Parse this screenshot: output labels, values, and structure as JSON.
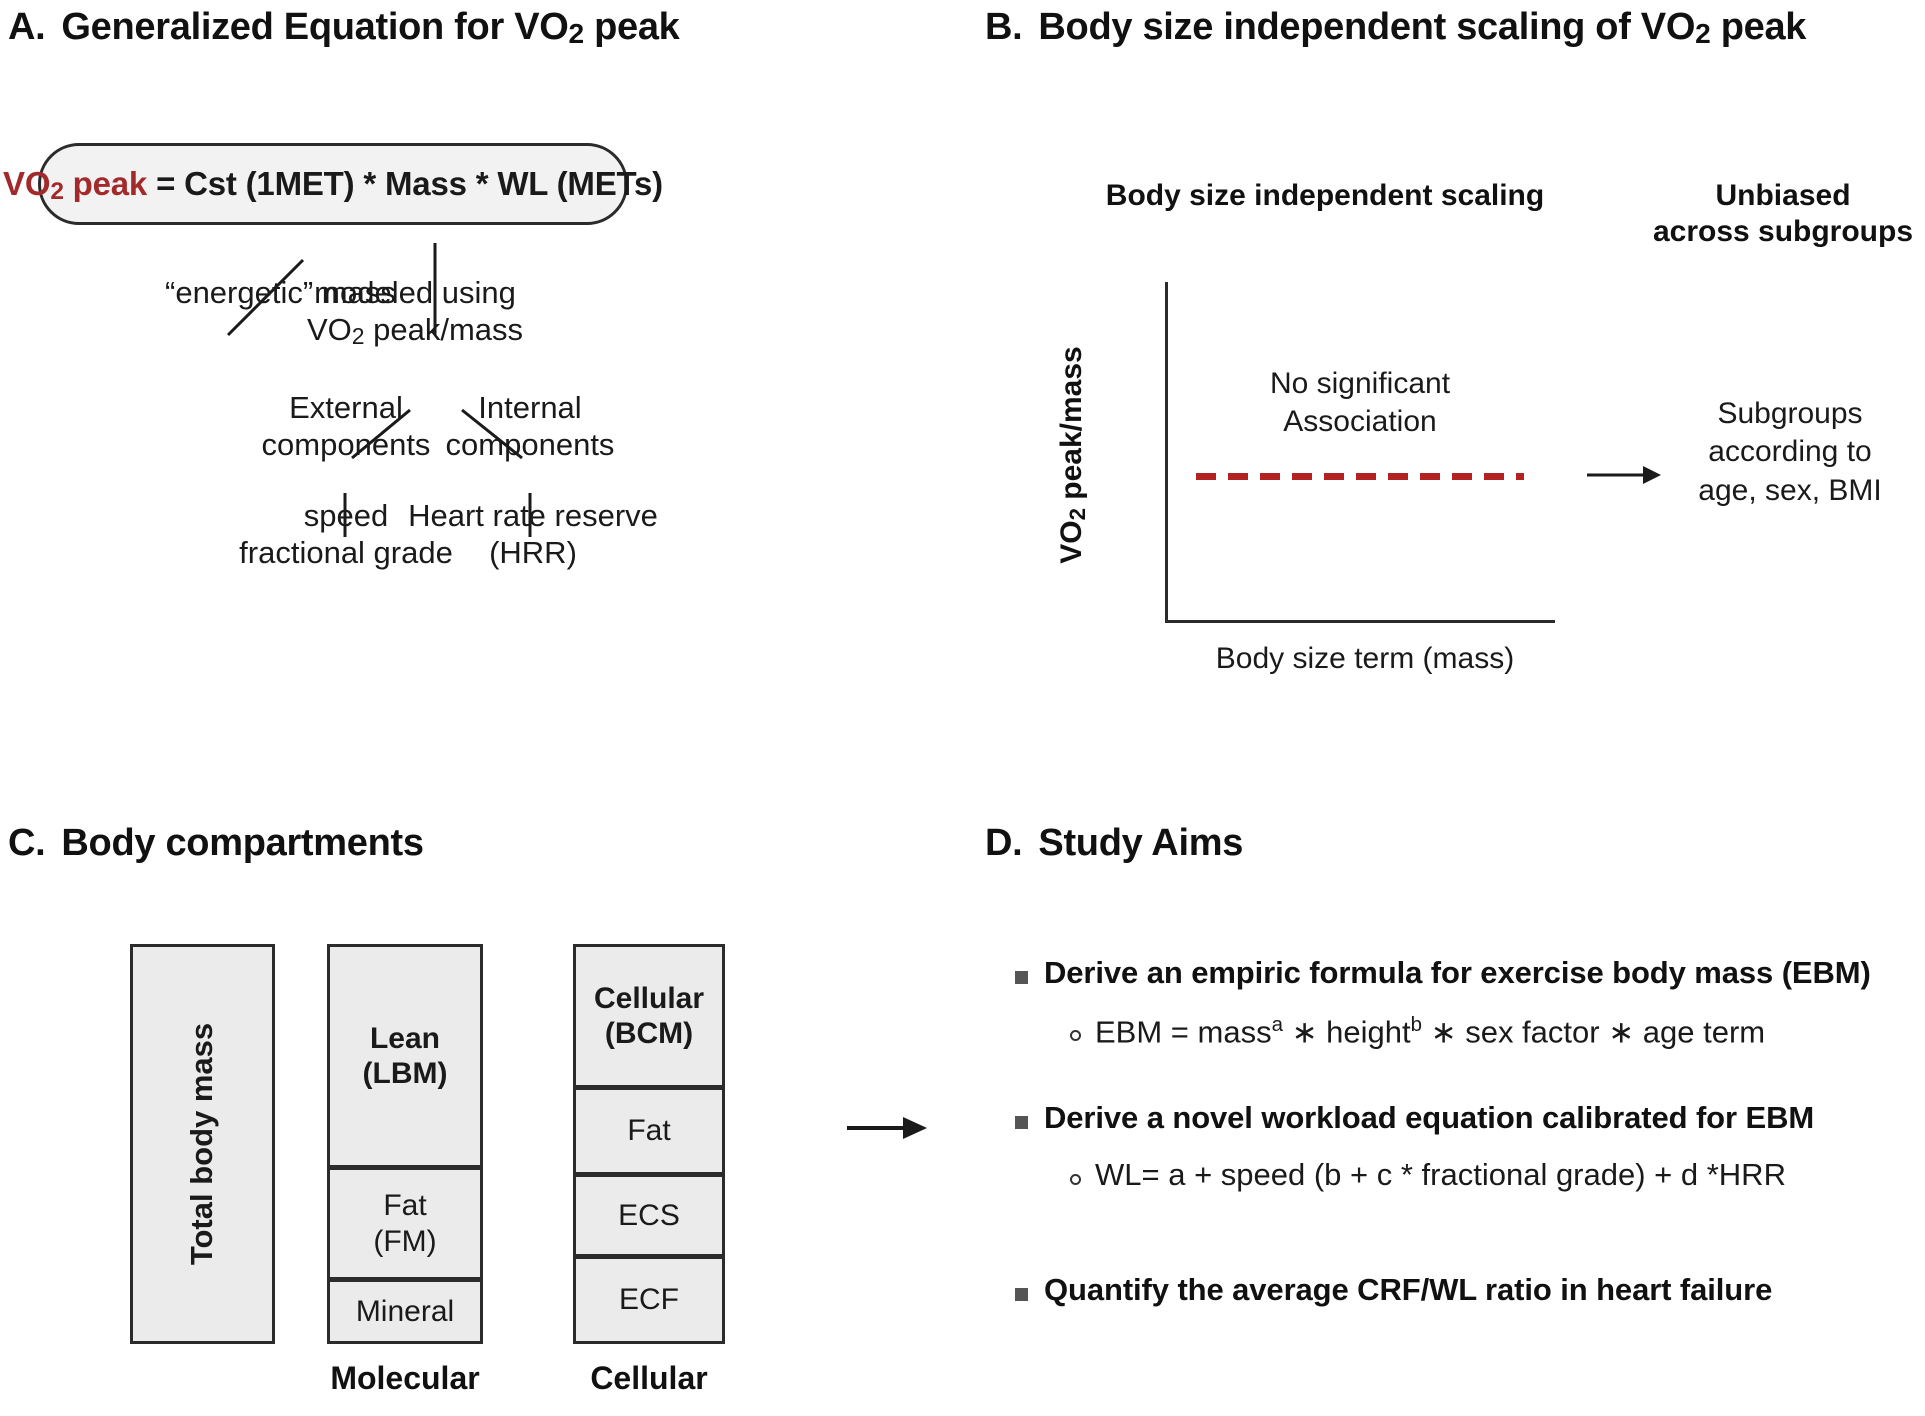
{
  "figure": {
    "panels": [
      {
        "id": "A",
        "letter": "A.",
        "title_pre": "Generalized Equation for VO",
        "title_sub": "2",
        "title_post": " peak"
      },
      {
        "id": "B",
        "letter": "B.",
        "title_pre": "Body size independent scaling of  VO",
        "title_sub": "2",
        "title_post": " peak"
      },
      {
        "id": "C",
        "letter": "C.",
        "title_pre": "Body compartments",
        "title_sub": "",
        "title_post": ""
      },
      {
        "id": "D",
        "letter": "D.",
        "title_pre": "Study Aims",
        "title_sub": "",
        "title_post": ""
      }
    ]
  },
  "panel_a": {
    "equation": {
      "red_term": "VO",
      "red_sub": "2",
      "red_post": " peak",
      "rest": "=  Cst (1MET) * Mass * WL (METs)"
    },
    "tree": {
      "energetic_mass": "“energetic” mass",
      "modeled_line1": "modeled using",
      "modeled_line2_pre": "VO",
      "modeled_line2_sub": "2",
      "modeled_line2_post": " peak/mass",
      "external_line1": "External",
      "external_line2": "components",
      "internal_line1": "Internal",
      "internal_line2": "components",
      "speed_line1": "speed",
      "speed_line2": "fractional grade",
      "hrr_line1": "Heart rate reserve",
      "hrr_line2": "(HRR)"
    }
  },
  "panel_b": {
    "left_header": "Body size independent scaling",
    "right_header_line1": "Unbiased",
    "right_header_line2": "across subgroups",
    "chart_data": {
      "type": "line",
      "title": "Body size independent scaling",
      "xlabel_pre": "Body size term (mass)",
      "ylabel_pre": "VO",
      "ylabel_sub": "2",
      "ylabel_post": " peak/mass",
      "annotation_line1": "No significant",
      "annotation_line2": "Association",
      "series": [
        {
          "name": "No significant association",
          "style": "dashed",
          "color": "#B22222",
          "x": [
            0,
            1
          ],
          "values": [
            0.5,
            0.5
          ]
        }
      ],
      "xlim": [
        0,
        1
      ],
      "ylim": [
        0,
        1
      ],
      "grid": false,
      "legend": "none",
      "axis_ticks": "none"
    },
    "outcome_line1": "Subgroups",
    "outcome_line2": "according to",
    "outcome_line3": "age, sex, BMI",
    "arrow": "arrow-right"
  },
  "panel_c": {
    "columns": [
      {
        "caption": "",
        "segments": [
          {
            "label_lines": [
              "Total body mass"
            ],
            "bold": true,
            "rotated": true,
            "height_pct": 100
          }
        ]
      },
      {
        "caption": "Molecular",
        "segments": [
          {
            "label_lines": [
              "Lean",
              "(LBM)"
            ],
            "bold": true,
            "rotated": false,
            "height_pct": 56
          },
          {
            "label_lines": [
              "Fat",
              "(FM)"
            ],
            "bold": false,
            "rotated": false,
            "height_pct": 28
          },
          {
            "label_lines": [
              "Mineral"
            ],
            "bold": false,
            "rotated": false,
            "height_pct": 16
          }
        ]
      },
      {
        "caption": "Cellular",
        "segments": [
          {
            "label_lines": [
              "Cellular",
              "(BCM)"
            ],
            "bold": true,
            "rotated": false,
            "height_pct": 36
          },
          {
            "label_lines": [
              "Fat"
            ],
            "bold": false,
            "rotated": false,
            "height_pct": 22
          },
          {
            "label_lines": [
              "ECS"
            ],
            "bold": false,
            "rotated": false,
            "height_pct": 21
          },
          {
            "label_lines": [
              "ECF"
            ],
            "bold": false,
            "rotated": false,
            "height_pct": 21
          }
        ]
      }
    ],
    "arrow": "arrow-right"
  },
  "panel_d": {
    "aims": [
      {
        "bullet": "square",
        "text": "Derive an empiric formula for exercise body mass (EBM)",
        "sub": {
          "bullet": "circle",
          "pre": "EBM =   mass",
          "sup1": "a",
          "mid": " ∗ height",
          "sup2": "b",
          "post": " ∗ sex factor ∗ age term"
        }
      },
      {
        "bullet": "square",
        "text": "Derive a novel workload equation calibrated for EBM",
        "sub": {
          "bullet": "circle",
          "pre": "WL= a + speed (b + c * fractional grade) + d *HRR",
          "sup1": "",
          "mid": "",
          "sup2": "",
          "post": ""
        }
      },
      {
        "bullet": "square",
        "text": "Quantify the average CRF/WL ratio in heart failure",
        "sub": null
      }
    ]
  },
  "colors": {
    "accent_red": "#A32A2B",
    "dashed_line_red": "#B22222",
    "box_fill": "#ebebeb",
    "equation_box_fill": "#f2f2f2",
    "stroke": "#2b2b2b",
    "text": "#1a1a1a"
  }
}
